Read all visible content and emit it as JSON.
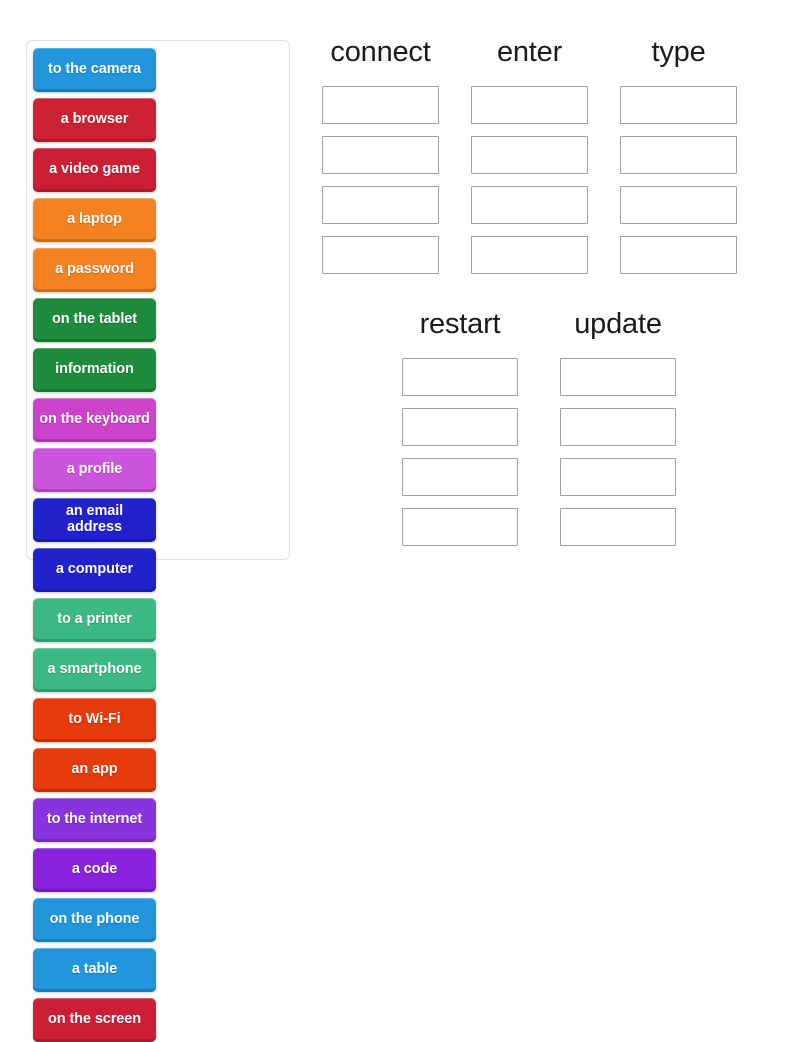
{
  "activity": {
    "type": "group-sort",
    "tile_panel_label": "draggable word tiles"
  },
  "tiles": [
    {
      "label": "to the camera",
      "color": "#2196dd"
    },
    {
      "label": "a browser",
      "color": "#cc2233"
    },
    {
      "label": "a video game",
      "color": "#cc1f36"
    },
    {
      "label": "a laptop",
      "color": "#f58220"
    },
    {
      "label": "a password",
      "color": "#f58220"
    },
    {
      "label": "on the tablet",
      "color": "#1e8c3c"
    },
    {
      "label": "information",
      "color": "#1e8c3c"
    },
    {
      "label": "on the keyboard",
      "color": "#cc44cc"
    },
    {
      "label": "a profile",
      "color": "#cc55dd"
    },
    {
      "label": "an email address",
      "color": "#2222cc"
    },
    {
      "label": "a computer",
      "color": "#2222cc"
    },
    {
      "label": "to a printer",
      "color": "#3cb882"
    },
    {
      "label": "a smartphone",
      "color": "#3cb882"
    },
    {
      "label": "to Wi-Fi",
      "color": "#e63a0b"
    },
    {
      "label": "an app",
      "color": "#e63a0b"
    },
    {
      "label": "to the internet",
      "color": "#8833dd"
    },
    {
      "label": "a code",
      "color": "#8822dd"
    },
    {
      "label": "on the phone",
      "color": "#2196dd"
    },
    {
      "label": "a table",
      "color": "#2196dd"
    },
    {
      "label": "on the screen",
      "color": "#cc1f36"
    }
  ],
  "zones_top": [
    {
      "heading": "connect",
      "slots": [
        "",
        "",
        "",
        ""
      ]
    },
    {
      "heading": "enter",
      "slots": [
        "",
        "",
        "",
        ""
      ]
    },
    {
      "heading": "type",
      "slots": [
        "",
        "",
        "",
        ""
      ]
    }
  ],
  "zones_bottom": [
    {
      "heading": "restart",
      "slots": [
        "",
        "",
        "",
        ""
      ]
    },
    {
      "heading": "update",
      "slots": [
        "",
        "",
        "",
        ""
      ]
    }
  ]
}
